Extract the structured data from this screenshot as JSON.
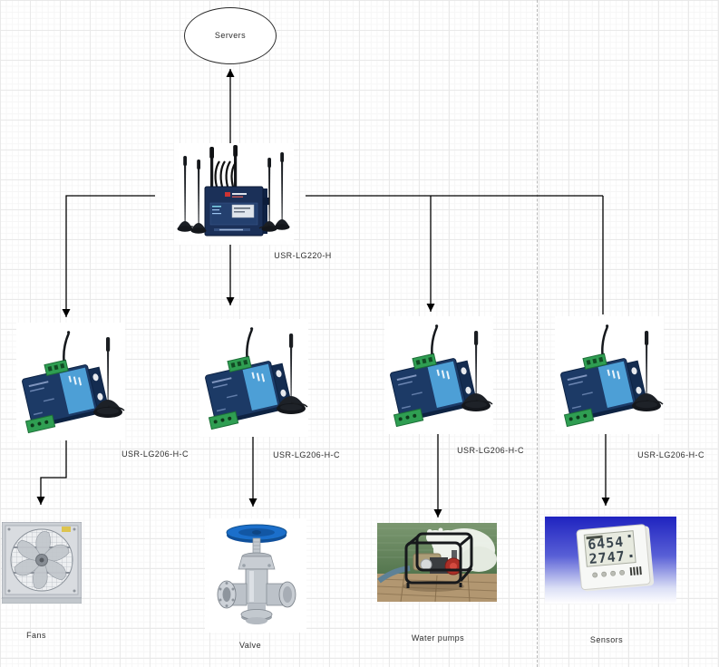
{
  "diagram": {
    "servers": {
      "label": "Servers"
    },
    "gateway": {
      "label": "USR-LG220-H"
    },
    "modules": [
      {
        "label": "USR-LG206-H-C"
      },
      {
        "label": "USR-LG206-H-C"
      },
      {
        "label": "USR-LG206-H-C"
      },
      {
        "label": "USR-LG206-H-C"
      }
    ],
    "end_devices": [
      {
        "label": "Fans"
      },
      {
        "label": "Valve"
      },
      {
        "label": "Water pumps"
      },
      {
        "label": "Sensors"
      }
    ],
    "sensor_readout": {
      "line1": "6454",
      "line2": "2747"
    },
    "colors": {
      "connector": "#000000",
      "grid_major": "#e9e9e9",
      "grid_minor": "#f6f6f6",
      "page_divider": "#b9b9b9",
      "module_body": "#1c3a66",
      "module_panel": "#4d9fd6",
      "terminal_block": "#2f9e52",
      "valve_handwheel": "#1669c9",
      "sensor_background": "#1f23c0",
      "pump_accent": "#ad2f27"
    }
  }
}
